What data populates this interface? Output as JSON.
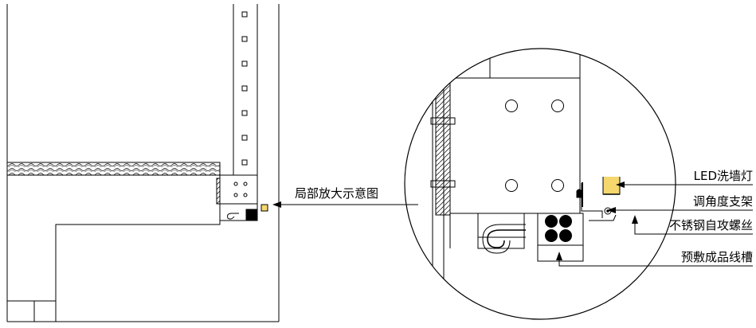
{
  "callout": {
    "zoom_label": "局部放大示意图"
  },
  "annotations": [
    {
      "id": "led-wall-washer",
      "text": "LED洗墙灯"
    },
    {
      "id": "angle-bracket",
      "text": "调角度支架"
    },
    {
      "id": "stainless-screw",
      "text": "不锈钢自攻螺丝"
    },
    {
      "id": "cable-trough",
      "text": "预敷成品线槽"
    }
  ],
  "colors": {
    "line": "#000000",
    "led_glow": "#f5d76e",
    "background": "#ffffff"
  }
}
